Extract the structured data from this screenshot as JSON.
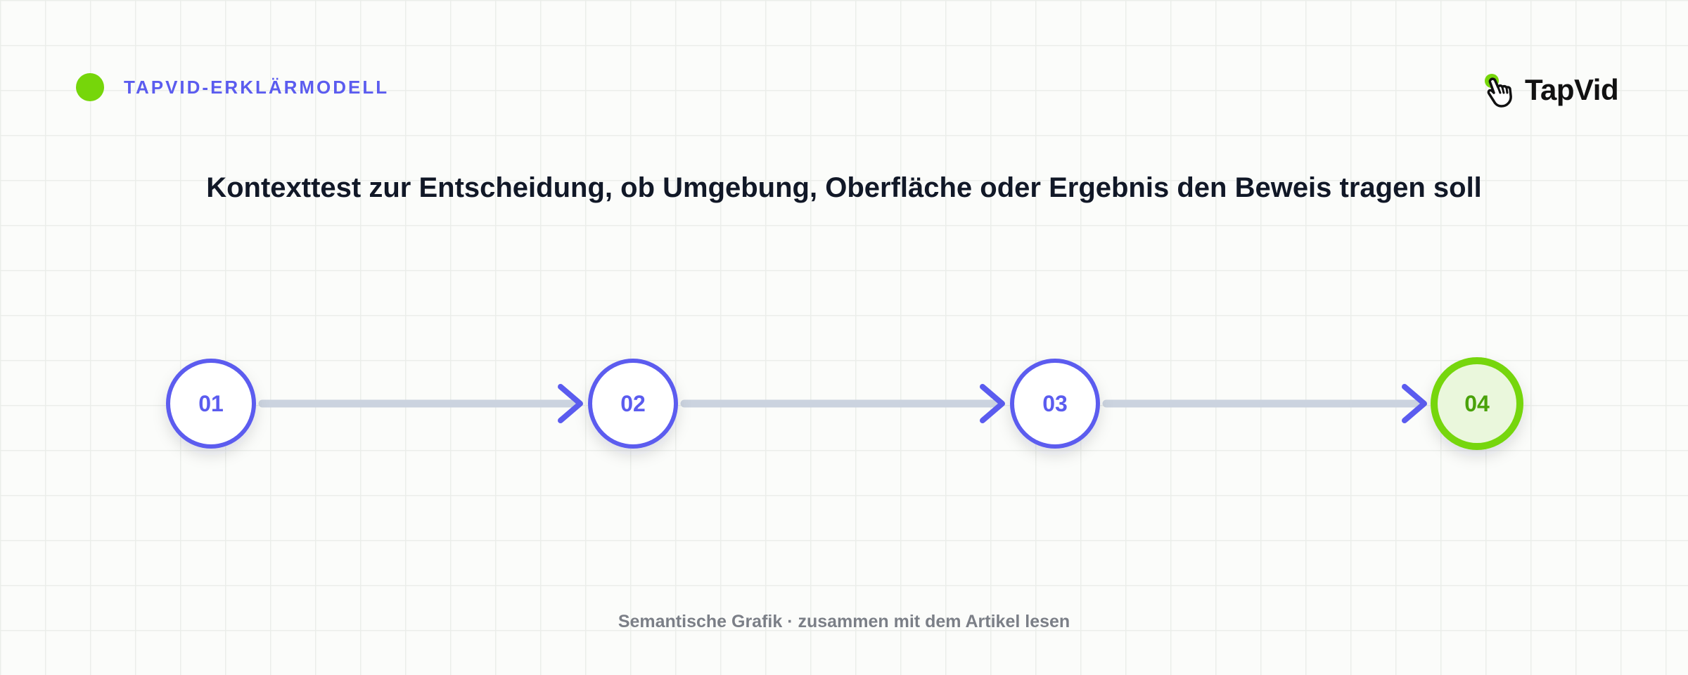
{
  "header": {
    "tag_label": "TAPVID-ERKLÄRMODELL",
    "logo_text": "TapVid",
    "title": "Kontexttest zur Entscheidung, ob Umgebung, Oberfläche oder Ergebnis den Beweis tragen soll"
  },
  "steps": [
    {
      "label": "01",
      "state": "default"
    },
    {
      "label": "02",
      "state": "default"
    },
    {
      "label": "03",
      "state": "default"
    },
    {
      "label": "04",
      "state": "final"
    }
  ],
  "footer": {
    "note": "Semantische Grafik · zusammen mit dem Artikel lesen"
  },
  "colors": {
    "accent": "#5b5cef",
    "final_accent": "#76d60a",
    "final_text": "#4aa20a",
    "final_fill": "#eaf7dc",
    "connector": "#cbd3df",
    "title": "#111827",
    "footer": "#7b7f87"
  },
  "icons": {
    "brand_dot": "green-dot-icon",
    "logo": "tap-hand-icon"
  }
}
